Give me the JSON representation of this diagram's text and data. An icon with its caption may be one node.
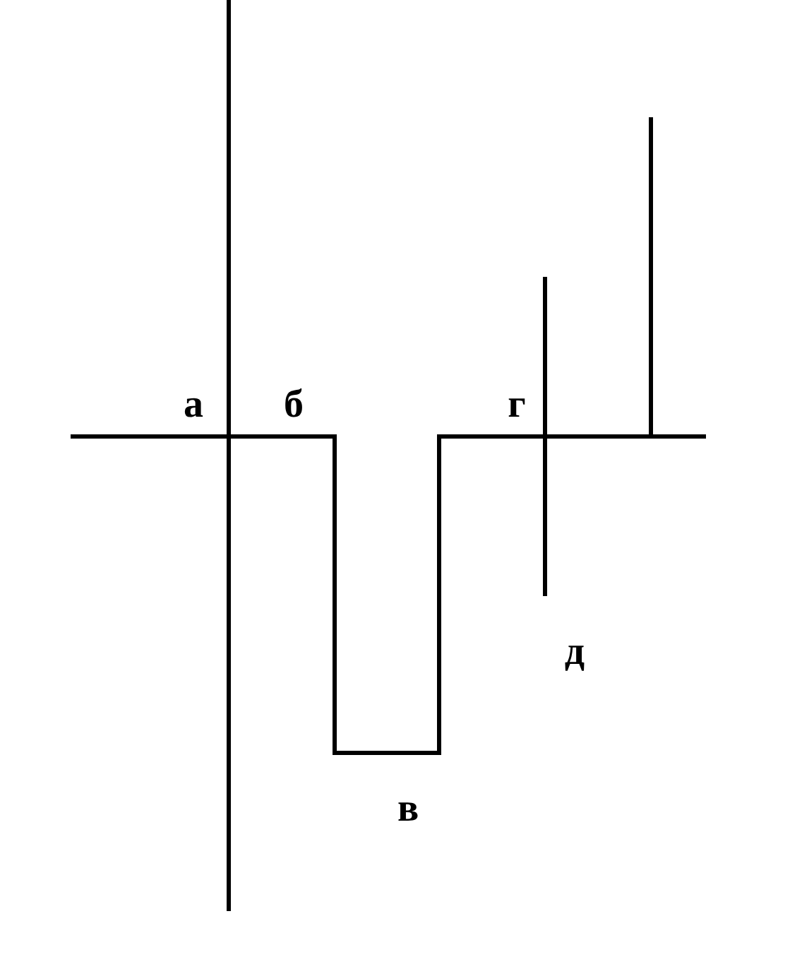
{
  "diagram": {
    "labels": [
      "а",
      "б",
      "г",
      "д",
      "в"
    ]
  }
}
